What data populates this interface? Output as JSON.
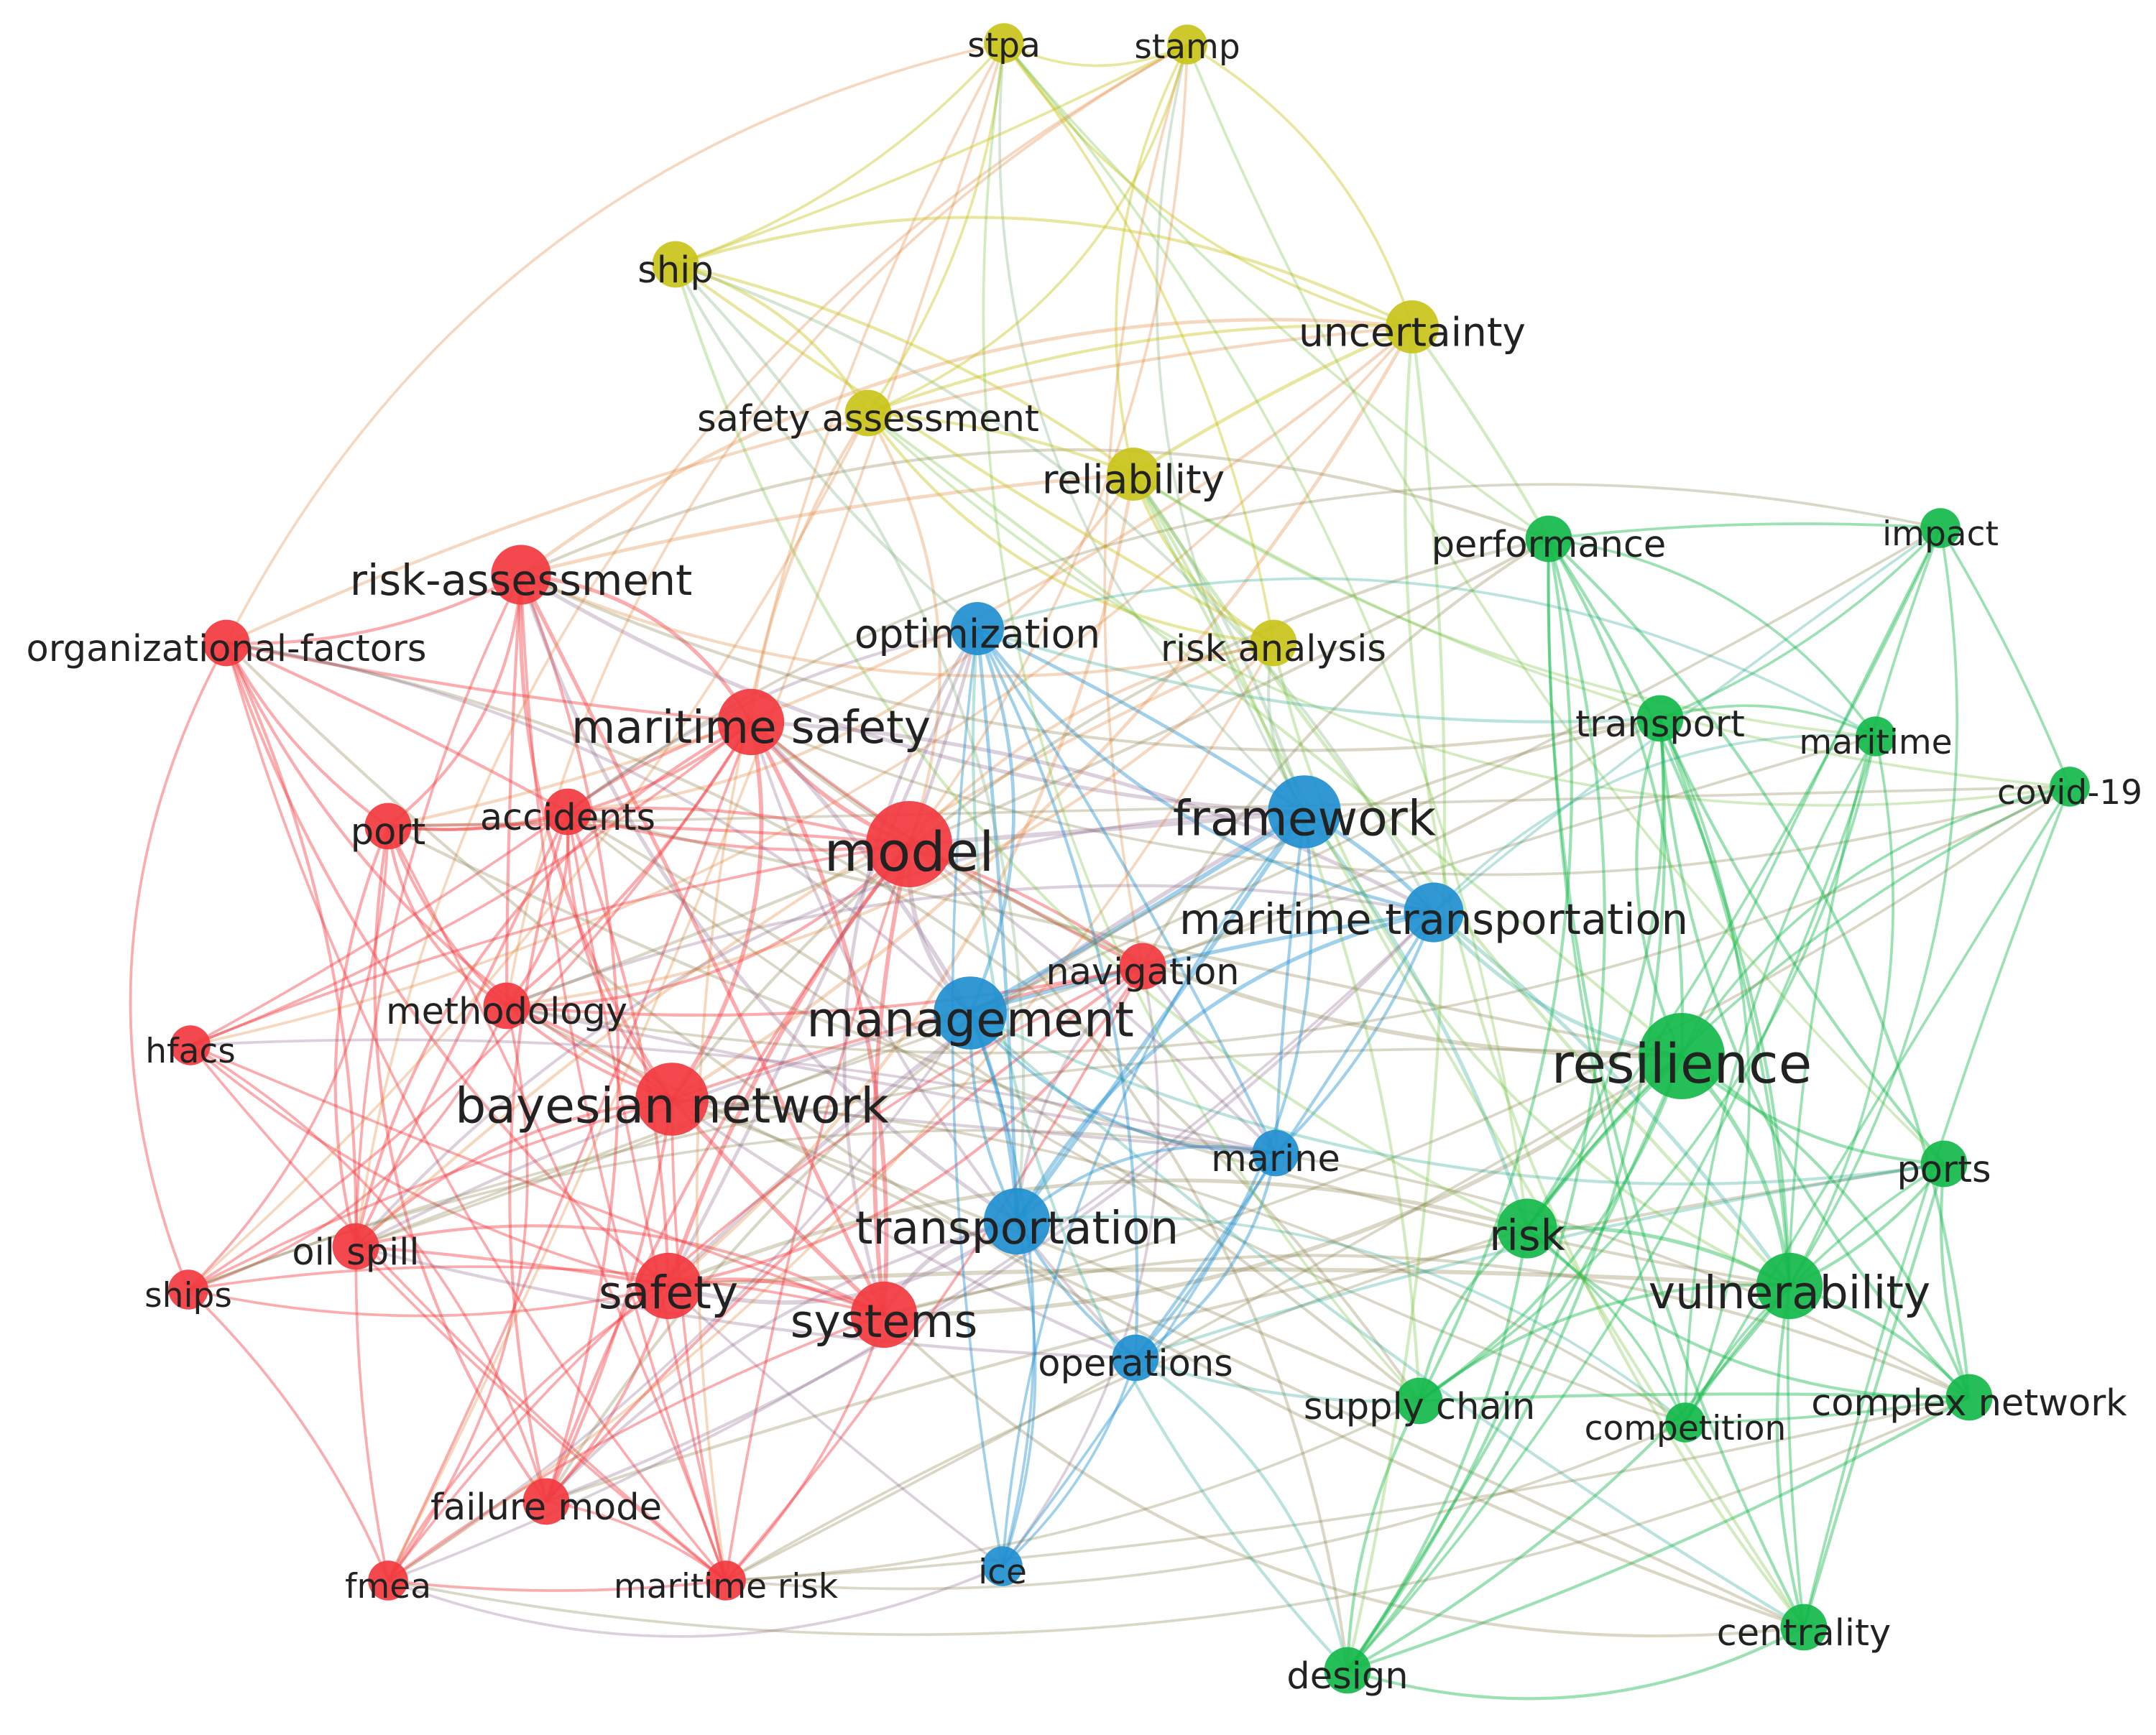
{
  "clusters": {
    "red": "#f23a3f",
    "green": "#14b84a",
    "blue": "#1f8fd0",
    "yellow": "#c9c41a"
  },
  "nodes": [
    {
      "id": "model",
      "label": "model",
      "cluster": "red",
      "weight": 10
    },
    {
      "id": "bayesian-network",
      "label": "bayesian network",
      "cluster": "red",
      "weight": 8
    },
    {
      "id": "maritime-safety",
      "label": "maritime safety",
      "cluster": "red",
      "weight": 7
    },
    {
      "id": "safety",
      "label": "safety",
      "cluster": "red",
      "weight": 7
    },
    {
      "id": "systems",
      "label": "systems",
      "cluster": "red",
      "weight": 7
    },
    {
      "id": "risk-assessment",
      "label": "risk-assessment",
      "cluster": "red",
      "weight": 6
    },
    {
      "id": "organizational-factors",
      "label": "organizational-factors",
      "cluster": "red",
      "weight": 4
    },
    {
      "id": "accidents",
      "label": "accidents",
      "cluster": "red",
      "weight": 4
    },
    {
      "id": "port",
      "label": "port",
      "cluster": "red",
      "weight": 4
    },
    {
      "id": "methodology",
      "label": "methodology",
      "cluster": "red",
      "weight": 4
    },
    {
      "id": "hfacs",
      "label": "hfacs",
      "cluster": "red",
      "weight": 3
    },
    {
      "id": "oil-spill",
      "label": "oil spill",
      "cluster": "red",
      "weight": 4
    },
    {
      "id": "ships",
      "label": "ships",
      "cluster": "red",
      "weight": 3
    },
    {
      "id": "failure-mode",
      "label": "failure mode",
      "cluster": "red",
      "weight": 4
    },
    {
      "id": "fmea",
      "label": "fmea",
      "cluster": "red",
      "weight": 3
    },
    {
      "id": "maritime-risk",
      "label": "maritime risk",
      "cluster": "red",
      "weight": 3
    },
    {
      "id": "navigation",
      "label": "navigation",
      "cluster": "red",
      "weight": 4
    },
    {
      "id": "framework",
      "label": "framework",
      "cluster": "blue",
      "weight": 8
    },
    {
      "id": "management",
      "label": "management",
      "cluster": "blue",
      "weight": 8
    },
    {
      "id": "transportation",
      "label": "transportation",
      "cluster": "blue",
      "weight": 7
    },
    {
      "id": "maritime-transportation",
      "label": "maritime transportation",
      "cluster": "blue",
      "weight": 6
    },
    {
      "id": "optimization",
      "label": "optimization",
      "cluster": "blue",
      "weight": 5
    },
    {
      "id": "marine",
      "label": "marine",
      "cluster": "blue",
      "weight": 4
    },
    {
      "id": "operations",
      "label": "operations",
      "cluster": "blue",
      "weight": 4
    },
    {
      "id": "ice",
      "label": "ice",
      "cluster": "blue",
      "weight": 3
    },
    {
      "id": "stpa",
      "label": "stpa",
      "cluster": "yellow",
      "weight": 3
    },
    {
      "id": "stamp",
      "label": "stamp",
      "cluster": "yellow",
      "weight": 3
    },
    {
      "id": "ship",
      "label": "ship",
      "cluster": "yellow",
      "weight": 4
    },
    {
      "id": "uncertainty",
      "label": "uncertainty",
      "cluster": "yellow",
      "weight": 5
    },
    {
      "id": "safety-assessment",
      "label": "safety assessment",
      "cluster": "yellow",
      "weight": 4
    },
    {
      "id": "reliability",
      "label": "reliability",
      "cluster": "yellow",
      "weight": 5
    },
    {
      "id": "risk-analysis",
      "label": "risk analysis",
      "cluster": "yellow",
      "weight": 4
    },
    {
      "id": "resilience",
      "label": "resilience",
      "cluster": "green",
      "weight": 10
    },
    {
      "id": "vulnerability",
      "label": "vulnerability",
      "cluster": "green",
      "weight": 7
    },
    {
      "id": "risk",
      "label": "risk",
      "cluster": "green",
      "weight": 6
    },
    {
      "id": "performance",
      "label": "performance",
      "cluster": "green",
      "weight": 4
    },
    {
      "id": "impact",
      "label": "impact",
      "cluster": "green",
      "weight": 3
    },
    {
      "id": "transport",
      "label": "transport",
      "cluster": "green",
      "weight": 4
    },
    {
      "id": "maritime",
      "label": "maritime",
      "cluster": "green",
      "weight": 3
    },
    {
      "id": "covid-19",
      "label": "covid-19",
      "cluster": "green",
      "weight": 3
    },
    {
      "id": "ports",
      "label": "ports",
      "cluster": "green",
      "weight": 4
    },
    {
      "id": "complex-network",
      "label": "complex network",
      "cluster": "green",
      "weight": 4
    },
    {
      "id": "supply-chain",
      "label": "supply chain",
      "cluster": "green",
      "weight": 4
    },
    {
      "id": "competition",
      "label": "competition",
      "cluster": "green",
      "weight": 3
    },
    {
      "id": "centrality",
      "label": "centrality",
      "cluster": "green",
      "weight": 4
    },
    {
      "id": "design",
      "label": "design",
      "cluster": "green",
      "weight": 4
    }
  ]
}
